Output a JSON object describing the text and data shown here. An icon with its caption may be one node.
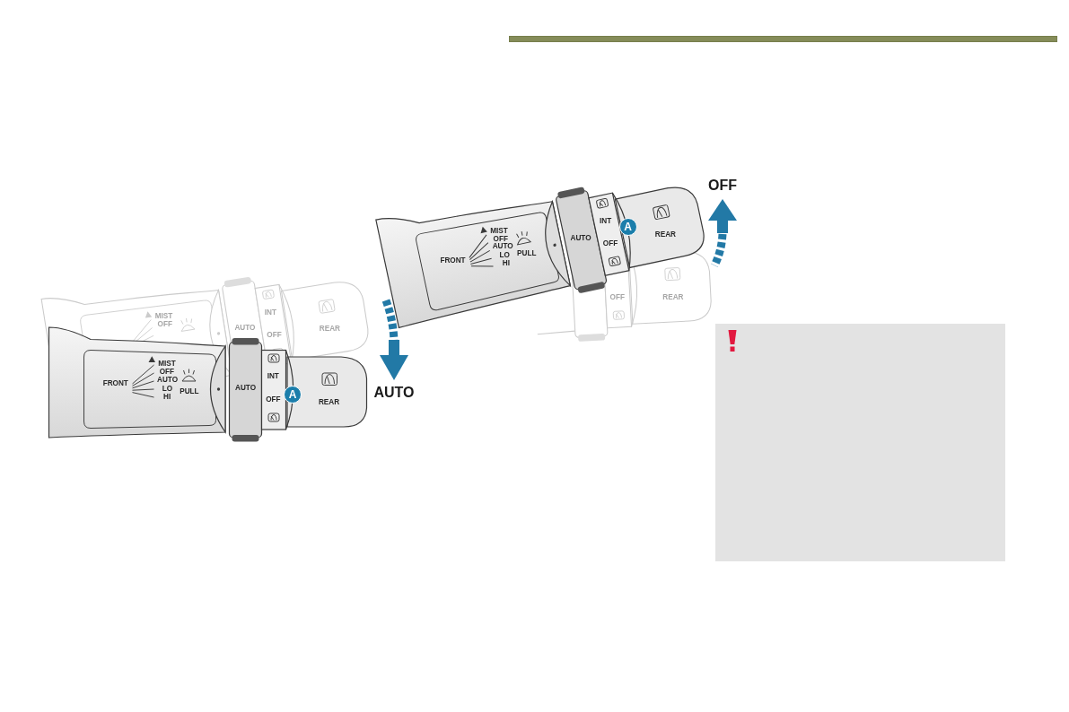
{
  "diagram": {
    "nodes": [
      {
        "text": [
          "A"
        ]
      },
      {
        "text": [
          "A"
        ]
      }
    ],
    "labels": [
      "MIST",
      "OFF",
      "AUTO",
      "INT",
      "OFF",
      "REAR",
      "FRONT",
      "MIST",
      "OFF",
      "AUTO",
      "LO",
      "HI",
      "PULL",
      "AUTO",
      "INT",
      "OFF",
      "REAR",
      "AUTO",
      "OFF",
      "FRONT",
      "MIST",
      "OFF",
      "AUTO",
      "LO",
      "HI",
      "PULL",
      "AUTO",
      "INT",
      "OFF",
      "REAR",
      "OFF",
      "REAR"
    ]
  }
}
